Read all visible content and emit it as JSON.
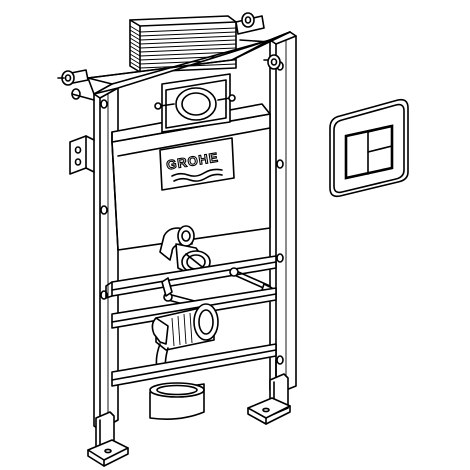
{
  "logo": {
    "brand": "GROHE"
  },
  "colors": {
    "line": "#000000",
    "background": "#ffffff"
  },
  "components": {
    "frame": "wall-mounted-installation-frame",
    "cistern": "concealed-cistern",
    "flush_plate": "dual-flush-plate"
  }
}
